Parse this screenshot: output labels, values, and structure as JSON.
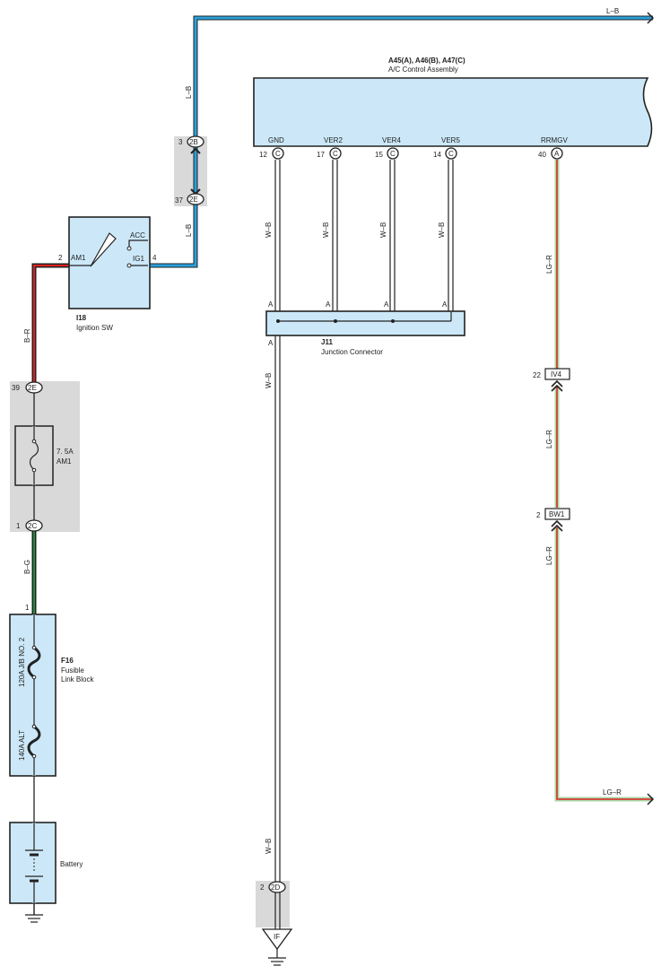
{
  "colors": {
    "box_fill": "#cce8f8",
    "gray_block": "#d9d9d9",
    "wire_blue": "#2aa0dc",
    "wire_red": "#e02020",
    "wire_green": "#1f8f3a",
    "wire_lg": "#a8d8a8",
    "wire_black": "#222222"
  },
  "wires": {
    "l_b_top": "L–B",
    "l_b_upper": "L–B",
    "l_b_lower": "L–B",
    "b_r": "B–R",
    "b_g": "B–G",
    "w_b_gnd": "W–B",
    "w_b_ver2": "W–B",
    "w_b_ver4": "W–B",
    "w_b_ver5": "W–B",
    "w_b_junction": "W–B",
    "w_b_ground": "W–B",
    "lg_r_1": "LG–R",
    "lg_r_2": "LG–R",
    "lg_r_3": "LG–R",
    "lg_r_out": "LG–R"
  },
  "ac_control": {
    "title": "A45(A), A46(B), A47(C)",
    "subtitle": "A/C Control Assembly",
    "pins": [
      {
        "name": "GND",
        "num": "12",
        "conn": "C"
      },
      {
        "name": "VER2",
        "num": "17",
        "conn": "C"
      },
      {
        "name": "VER4",
        "num": "15",
        "conn": "C"
      },
      {
        "name": "VER5",
        "num": "14",
        "conn": "C"
      },
      {
        "name": "RRMGV",
        "num": "40",
        "conn": "A"
      }
    ]
  },
  "ignition": {
    "code": "I18",
    "name": "Ignition SW",
    "acc": "ACC",
    "am1": "AM1",
    "ig1": "IG1",
    "pin_am1": "2",
    "pin_ig1": "4"
  },
  "junction": {
    "code": "J11",
    "name": "Junction Connector",
    "pin_a": "A"
  },
  "connectors": {
    "c2b": {
      "num": "3",
      "label": "2B"
    },
    "c2e_top": {
      "num": "37",
      "label": "2E"
    },
    "c2e_mid": {
      "num": "39",
      "label": "2E"
    },
    "c2c": {
      "num": "1",
      "label": "2C"
    },
    "c2d": {
      "num": "2",
      "label": "2D"
    },
    "iv4": {
      "num": "22",
      "label": "IV4"
    },
    "bw1": {
      "num": "2",
      "label": "BW1"
    }
  },
  "fuse_am1": {
    "rating": "7. 5A",
    "name": "AM1"
  },
  "fusible_link": {
    "code": "F16",
    "name_line1": "Fusible",
    "name_line2": "Link Block",
    "pin": "1",
    "fuse1": "120A J/B NO. 2",
    "fuse2": "140A ALT"
  },
  "battery": {
    "name": "Battery"
  },
  "ground_if": {
    "label": "IF"
  }
}
